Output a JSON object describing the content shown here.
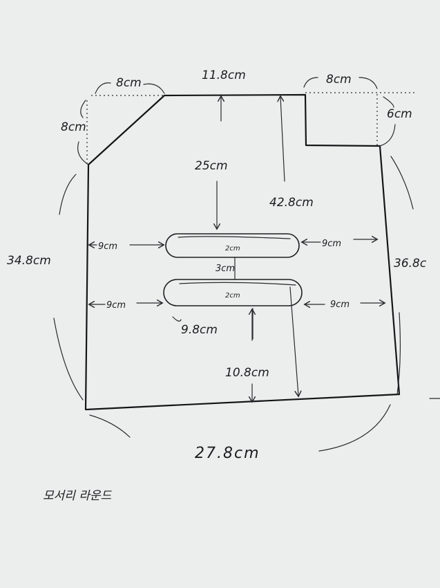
{
  "labels": {
    "top_left_width": "8cm",
    "top_middle_width": "11.8cm",
    "top_right_width": "8cm",
    "left_corner_height": "8cm",
    "right_notch_height": "6cm",
    "center_top_gap": "25cm",
    "right_inner_height": "42.8cm",
    "left_side": "34.8cm",
    "right_side": "36.8c",
    "left_margin_upper": "9cm",
    "right_margin_upper": "9cm",
    "slot_upper_width": "2cm",
    "slot_gap": "3cm",
    "slot_lower_width": "2cm",
    "left_margin_lower": "9cm",
    "right_margin_lower": "9cm",
    "slot_length": "9.8cm",
    "bottom_gap": "10.8cm",
    "bottom_width": "27.8cm",
    "note": "모서리 라운드"
  }
}
